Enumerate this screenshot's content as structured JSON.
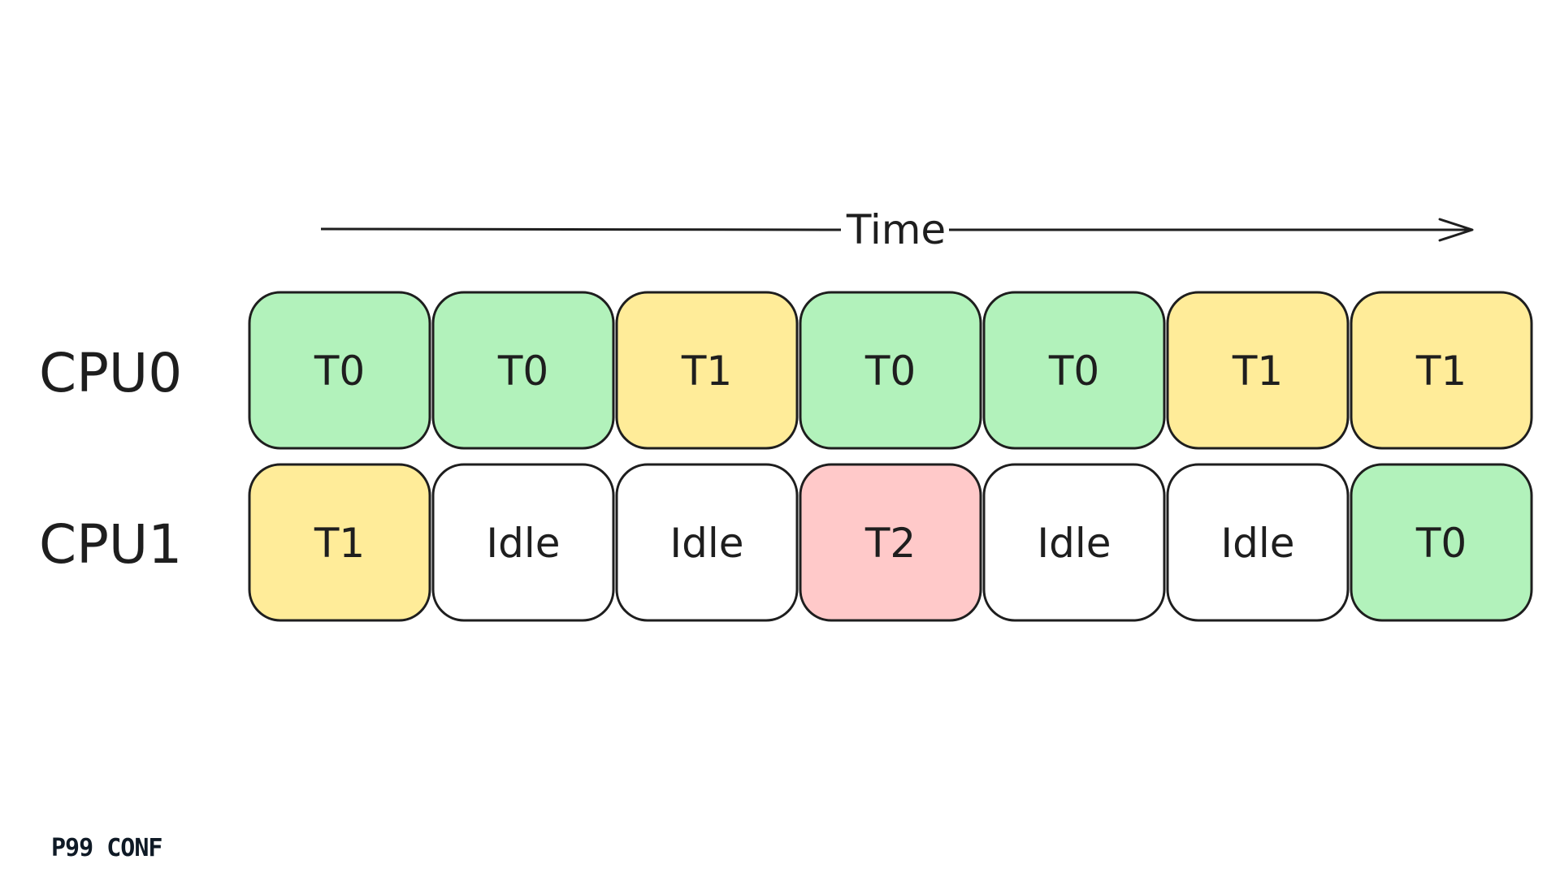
{
  "axis": {
    "label": "Time"
  },
  "rows": [
    {
      "label": "CPU0",
      "cells": [
        "T0",
        "T0",
        "T1",
        "T0",
        "T0",
        "T1",
        "T1"
      ]
    },
    {
      "label": "CPU1",
      "cells": [
        "T1",
        "Idle",
        "Idle",
        "T2",
        "Idle",
        "Idle",
        "T0"
      ]
    }
  ],
  "colors": {
    "T0": "#b2f2bb",
    "T1": "#ffec99",
    "T2": "#ffc9c9",
    "Idle": "#ffffff",
    "stroke": "#1e1e1e"
  },
  "footer": {
    "logo_text": "P99 CONF"
  }
}
